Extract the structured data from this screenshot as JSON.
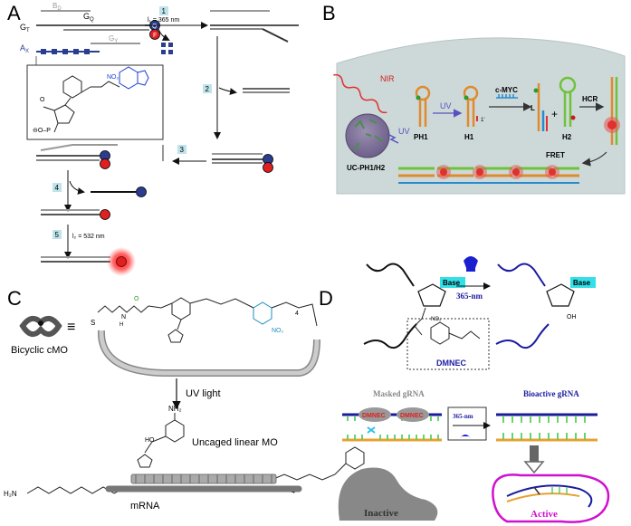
{
  "panels": {
    "A": {
      "letter": "A",
      "gb": "B",
      "gb_sub": "D",
      "gt": "G",
      "gt_sub": "T",
      "gq": "G",
      "gq_sub": "Q",
      "ax": "A",
      "ax_sub": "X",
      "gy": "G",
      "gy_sub": "Y",
      "l1": "l₁ = 365 nm",
      "l2": "l₂ = 532 nm",
      "steps": [
        "1",
        "2",
        "3",
        "4",
        "5"
      ],
      "no2": "NO₂",
      "fluor": "F",
      "quench": "Q"
    },
    "B": {
      "letter": "B",
      "nir": "NIR",
      "uv_main": "UV",
      "ucnp_label": "UC-PH1/H2",
      "ph1": "PH1",
      "uv_arrow": "UV",
      "h1": "H1",
      "h1_mark": "1'",
      "cmyc": "c-MYC",
      "l_mark": "L",
      "plus": "+",
      "h2": "H2",
      "hcr": "HCR",
      "fret": "FRET"
    },
    "C": {
      "letter": "C",
      "bicyclic": "Bicyclic cMO",
      "equiv": "≡",
      "uv_light": "UV light",
      "uncaged": "Uncaged linear MO",
      "mrna": "mRNA",
      "four": "4",
      "four2": "4",
      "no2": "NO₂",
      "nh2": "NH₂",
      "h2n": "H₂N",
      "ho": "HO",
      "n": "N",
      "h": "H",
      "o": "O",
      "s": "S",
      "no": "NO"
    },
    "D": {
      "letter": "D",
      "base1": "Base",
      "base2": "Base",
      "wavelength": "365-nm",
      "dmnec": "DMNEC",
      "masked": "Masked gRNA",
      "bioactive": "Bioactive gRNA",
      "oh": "OH",
      "dmnec_tag1": "DMNEC",
      "dmnec_tag2": "DMNEC",
      "wavelength2": "365-nm",
      "inactive": "Inactive",
      "active": "Active",
      "no2": "NO₂"
    }
  },
  "colors": {
    "panel_b_bg": "#cdd9d8",
    "quencher_blue": "#2a3d8f",
    "fluor_red": "#e02020",
    "step_box": "#bfe3ea",
    "cyan_tag": "#33e0e8",
    "dna_blue": "#1a1aa0",
    "magenta": "#d010d0",
    "green": "#2ca02c"
  }
}
